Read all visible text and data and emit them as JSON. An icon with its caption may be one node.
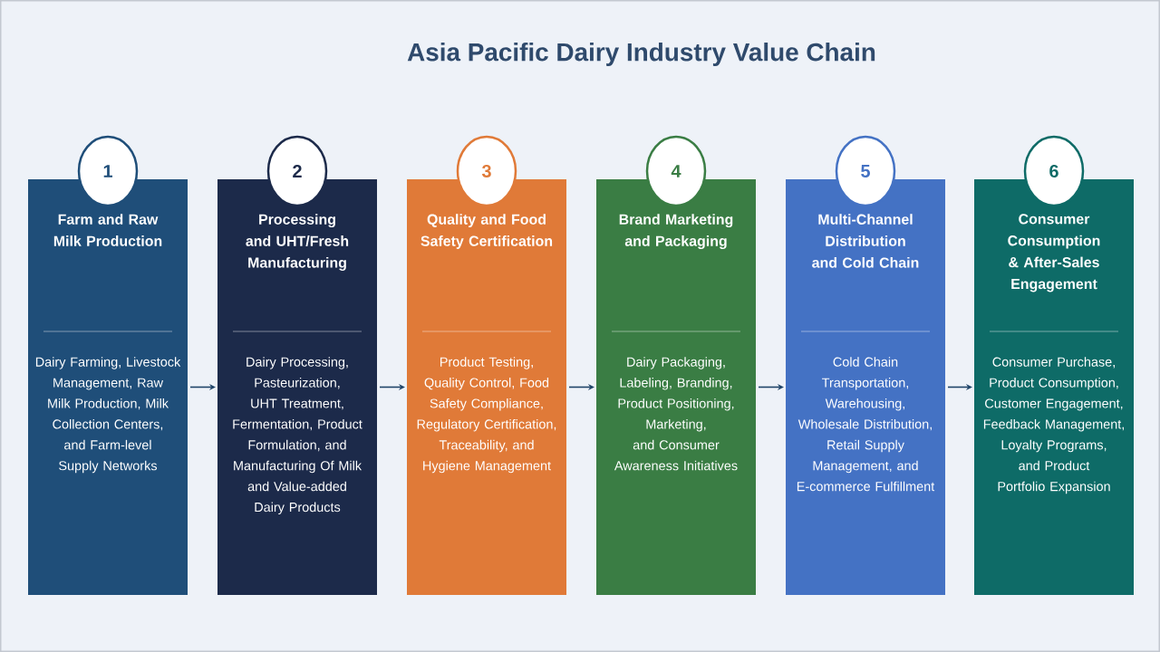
{
  "diagram": {
    "title": "Asia Pacific Dairy Industry Value Chain",
    "nodes": [
      {
        "text": [
          "1"
        ]
      },
      {
        "text": [
          "Farm and Raw Milk Production",
          "Dairy Farming, Livestock Management, Raw Milk Production, Milk Collection Centers, and Farm-level Supply Networks"
        ]
      },
      {
        "text": [
          "2"
        ]
      },
      {
        "text": [
          "Processing and UHT/Fresh Manufacturing",
          "Dairy Processing, Pasteurization, UHT Treatment, Fermentation, Product Formulation, and Manufacturing Of Milk and Value-added Dairy Products"
        ]
      },
      {
        "text": [
          "3"
        ]
      },
      {
        "text": [
          "Quality and Food Safety Certification",
          "Product Testing, Quality Control, Food Safety Compliance, Regulatory Certification, Traceability, and Hygiene Management"
        ]
      },
      {
        "text": [
          "4"
        ]
      },
      {
        "text": [
          "Brand Marketing and Packaging",
          "Dairy Packaging, Labeling, Branding, Product Positioning, Marketing, and Consumer Awareness Initiatives"
        ]
      },
      {
        "text": [
          "5"
        ]
      },
      {
        "text": [
          "Multi-Channel Distribution and Cold Chain",
          "Cold Chain Transportation, Warehousing, Wholesale Distribution, Retail Supply Management, and E-commerce Fulfillment"
        ]
      },
      {
        "text": [
          "6"
        ]
      },
      {
        "text": [
          "Consumer Consumption & After-Sales Engagement",
          "Consumer Purchase, Product Consumption, Customer Engagement, Feedback Management, Loyalty Programs, and Product Portfolio Expansion"
        ]
      }
    ],
    "edges": [
      {
        "from": 1,
        "to": 3,
        "arrow": "to"
      },
      {
        "from": 3,
        "to": 5,
        "arrow": "to"
      },
      {
        "from": 5,
        "to": 7,
        "arrow": "to"
      },
      {
        "from": 7,
        "to": 9,
        "arrow": "to"
      },
      {
        "from": 9,
        "to": 11,
        "arrow": "to"
      }
    ]
  }
}
